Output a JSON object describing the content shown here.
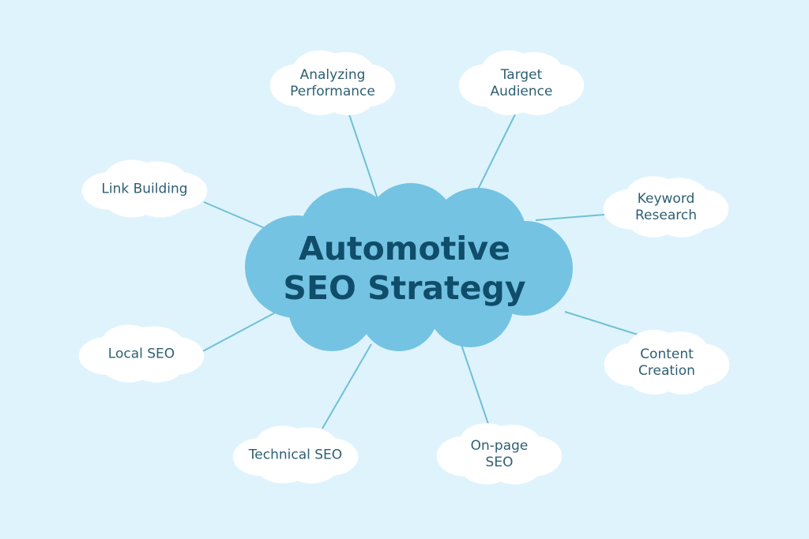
{
  "colors": {
    "background": "#dff3fc",
    "central_cloud": "#74c3e2",
    "satellite_cloud": "#ffffff",
    "connector": "#6fc0d6",
    "title_text": "#0f4d6a",
    "label_text": "#2e5f72"
  },
  "center": {
    "title_line1": "Automotive",
    "title_line2": "SEO Strategy"
  },
  "nodes": [
    {
      "id": "analyzing-performance",
      "label": "Analyzing\nPerformance"
    },
    {
      "id": "target-audience",
      "label": "Target\nAudience"
    },
    {
      "id": "link-building",
      "label": "Link Building"
    },
    {
      "id": "keyword-research",
      "label": "Keyword\nResearch"
    },
    {
      "id": "local-seo",
      "label": "Local SEO"
    },
    {
      "id": "content-creation",
      "label": "Content\nCreation"
    },
    {
      "id": "technical-seo",
      "label": "Technical SEO"
    },
    {
      "id": "on-page-seo",
      "label": "On-page\nSEO"
    }
  ]
}
